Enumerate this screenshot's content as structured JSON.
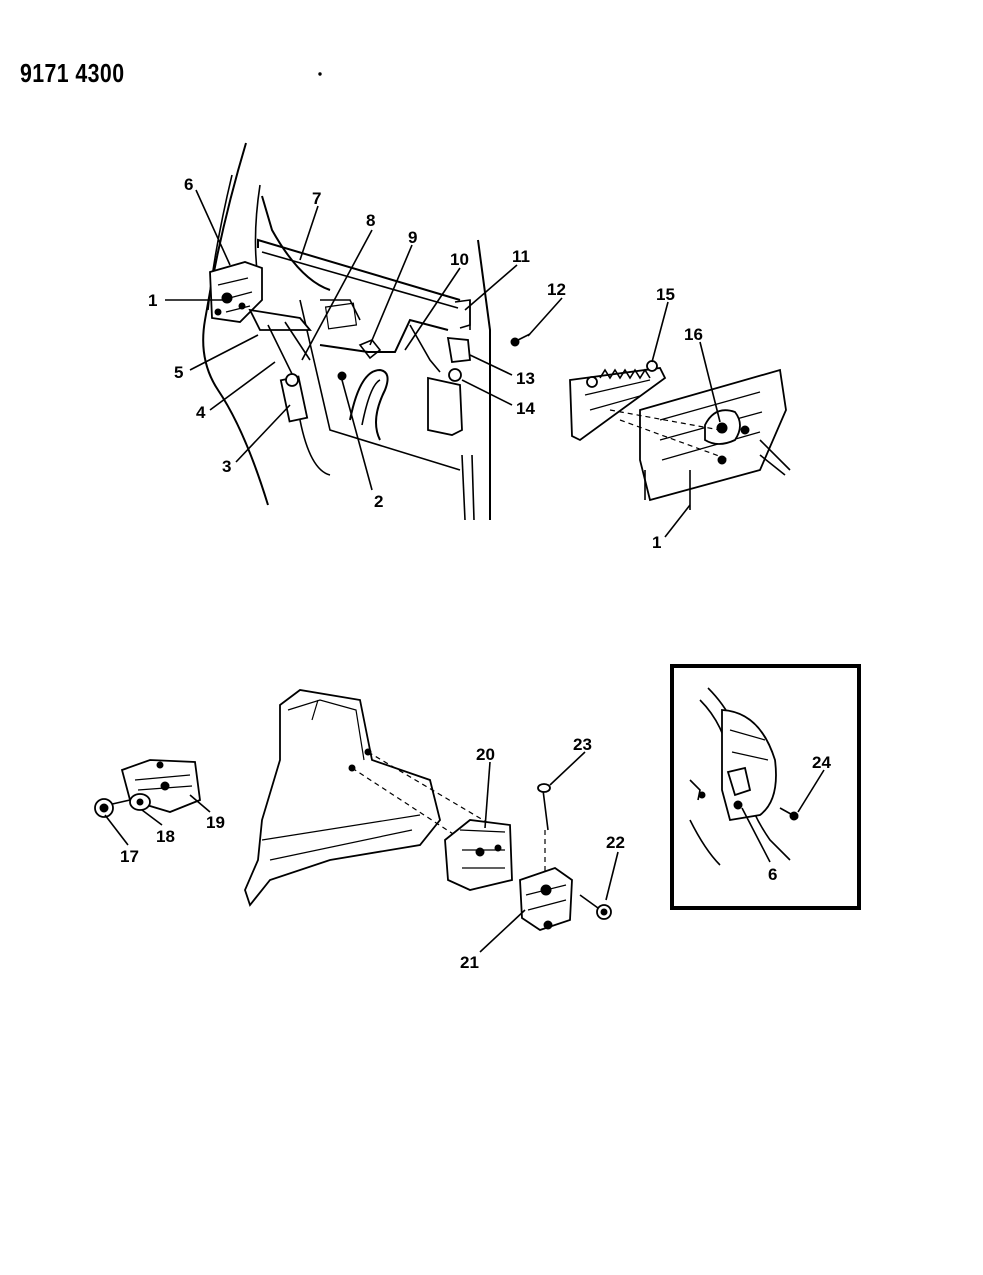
{
  "page": {
    "title": "9171 4300"
  },
  "callouts": {
    "c1a": "1",
    "c2": "2",
    "c3": "3",
    "c4": "4",
    "c5": "5",
    "c6a": "6",
    "c7": "7",
    "c8": "8",
    "c9": "9",
    "c10": "10",
    "c11": "11",
    "c12": "12",
    "c13": "13",
    "c14": "14",
    "c15": "15",
    "c16": "16",
    "c1b": "1",
    "c17": "17",
    "c18": "18",
    "c19": "19",
    "c20": "20",
    "c21": "21",
    "c22": "22",
    "c23": "23",
    "c24": "24",
    "c6b": "6"
  }
}
